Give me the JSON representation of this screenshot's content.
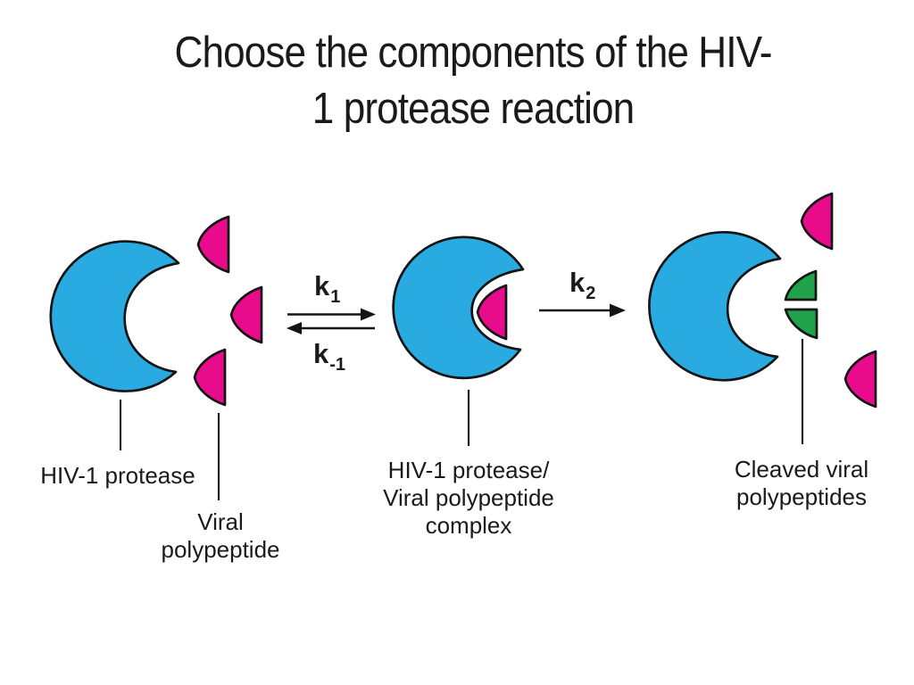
{
  "slide": {
    "title": {
      "line1": "Choose the components of the HIV-",
      "line2": "1 protease reaction"
    }
  },
  "reaction": {
    "rate_constants": {
      "forward": {
        "base": "k",
        "sub": "1"
      },
      "reverse": {
        "base": "k",
        "sub": "-1"
      },
      "cleavage": {
        "base": "k",
        "sub": "2"
      }
    }
  },
  "labels": {
    "protease": "HIV-1 protease",
    "viral_polypeptide": [
      "Viral",
      "polypeptide"
    ],
    "complex": [
      "HIV-1 protease/",
      "Viral polypeptide",
      "complex"
    ],
    "cleaved": [
      "Cleaved viral",
      "polypeptides"
    ]
  },
  "colors": {
    "enzyme_blue": "#29ABE2",
    "polypeptide_pink": "#E80C8C",
    "cleaved_green": "#20A24A",
    "outline": "#141414",
    "text": "#1A1A1A",
    "background": "#FFFFFF"
  }
}
